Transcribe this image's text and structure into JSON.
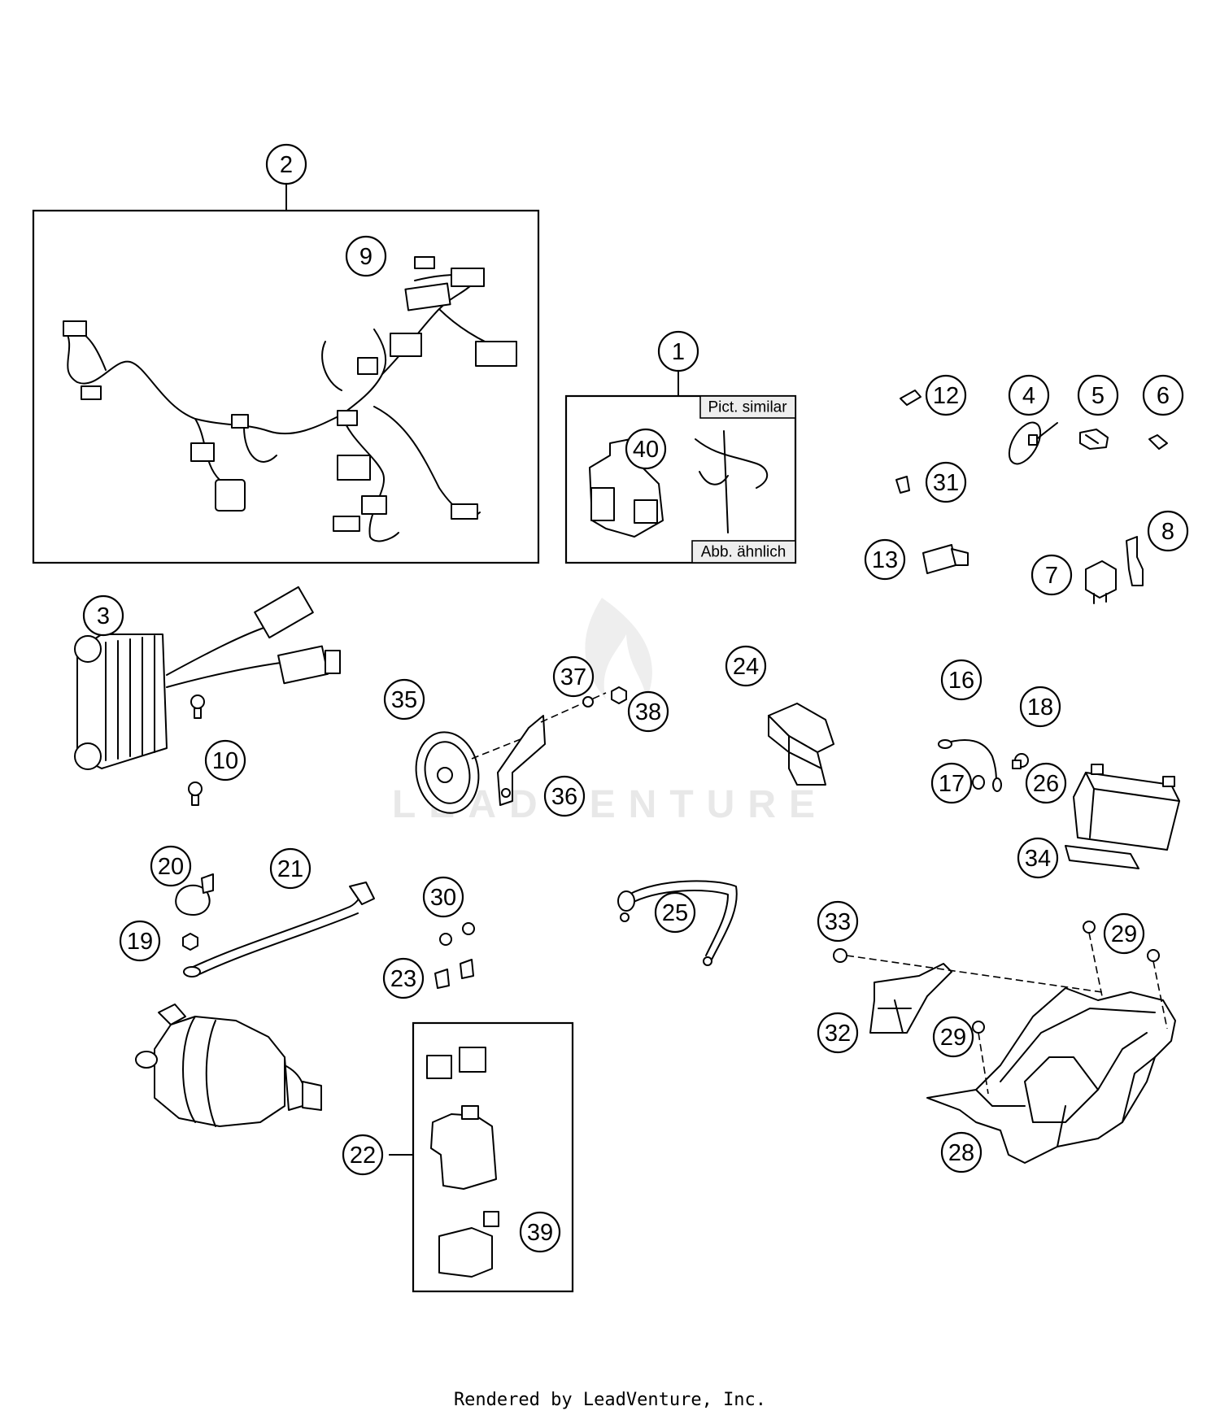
{
  "callouts": [
    "1",
    "2",
    "3",
    "4",
    "5",
    "6",
    "7",
    "8",
    "9",
    "10",
    "12",
    "13",
    "16",
    "17",
    "18",
    "19",
    "20",
    "21",
    "22",
    "23",
    "24",
    "25",
    "26",
    "28",
    "29",
    "29",
    "30",
    "31",
    "32",
    "33",
    "34",
    "35",
    "36",
    "37",
    "38",
    "39",
    "40"
  ],
  "box_labels": {
    "pict_similar": "Pict. similar",
    "abb_aehnlich": "Abb. ähnlich"
  },
  "watermark": "LEADVENTURE",
  "footer": "Rendered by LeadVenture, Inc."
}
